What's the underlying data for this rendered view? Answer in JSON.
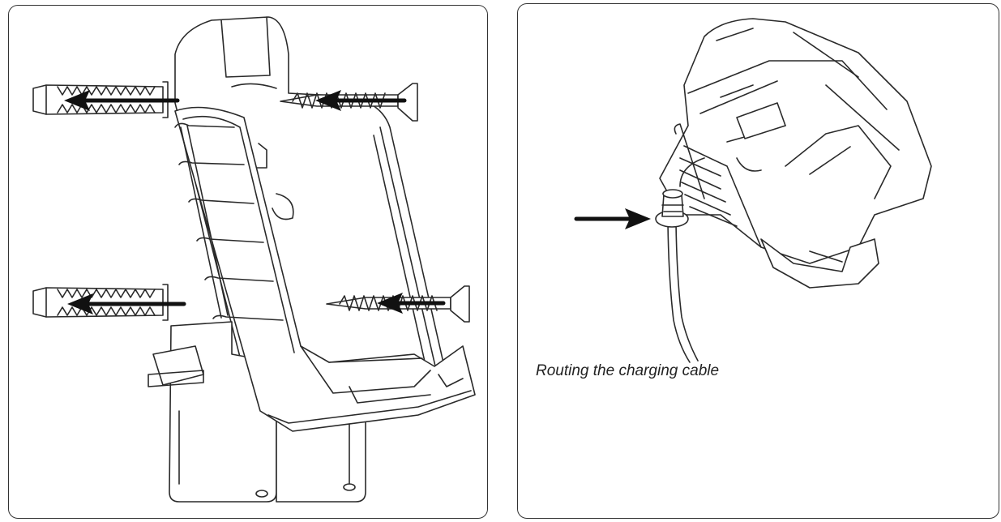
{
  "figures": [
    {
      "id": "wall-mounting",
      "caption": "",
      "arrows": 4,
      "parts": [
        "wall-plug",
        "wall-plug",
        "screw",
        "screw",
        "holder"
      ]
    },
    {
      "id": "cable-routing",
      "caption": "Routing the charging cable",
      "arrows": 1,
      "parts": [
        "holder",
        "charging-cable",
        "cable-grommet"
      ]
    }
  ]
}
